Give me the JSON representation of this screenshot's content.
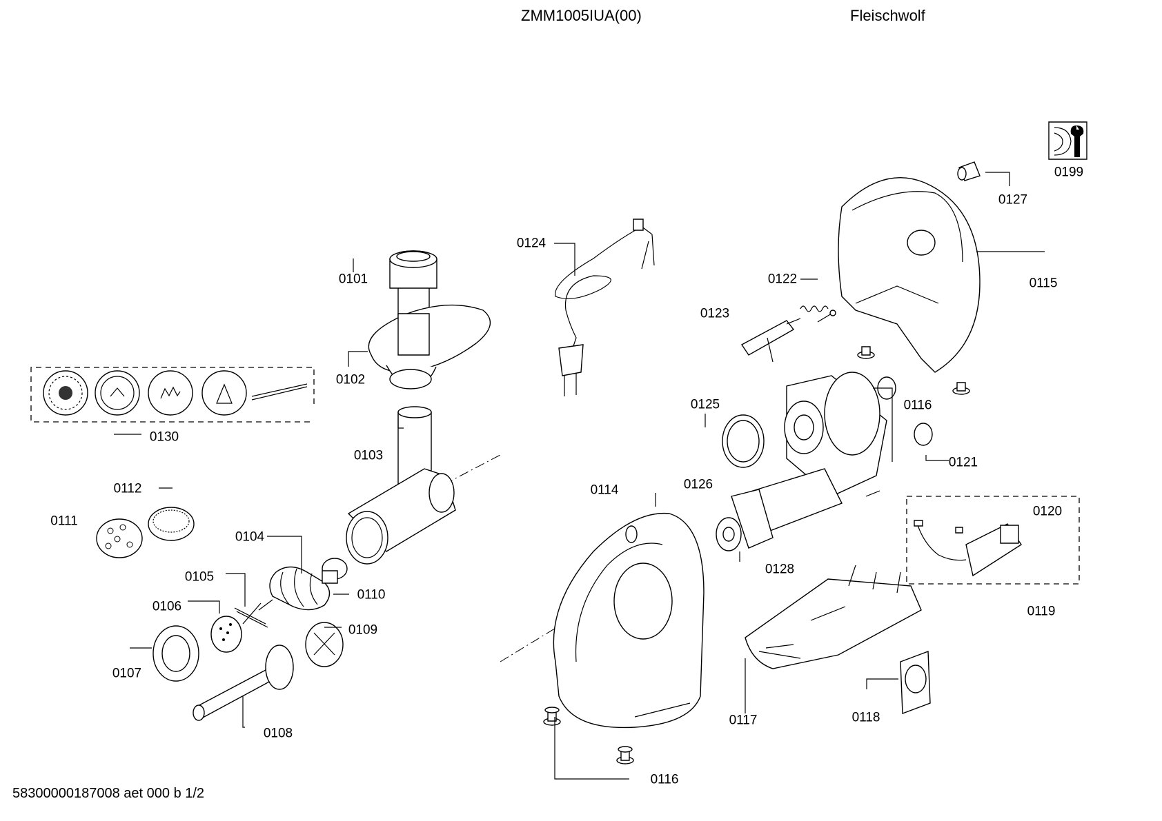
{
  "header": {
    "model": "ZMM1005IUA(00)",
    "title": "Fleischwolf"
  },
  "footer": {
    "doc_code": "58300000187008 aet 000 b 1/2"
  },
  "service_icon": "wrench-service-icon",
  "parts": [
    {
      "id": "p0101",
      "label": "0101"
    },
    {
      "id": "p0102",
      "label": "0102"
    },
    {
      "id": "p0103",
      "label": "0103"
    },
    {
      "id": "p0104",
      "label": "0104"
    },
    {
      "id": "p0105",
      "label": "0105"
    },
    {
      "id": "p0106",
      "label": "0106"
    },
    {
      "id": "p0107",
      "label": "0107"
    },
    {
      "id": "p0108",
      "label": "0108"
    },
    {
      "id": "p0109",
      "label": "0109"
    },
    {
      "id": "p0110",
      "label": "0110"
    },
    {
      "id": "p0111",
      "label": "0111"
    },
    {
      "id": "p0112",
      "label": "0112"
    },
    {
      "id": "p0114",
      "label": "0114"
    },
    {
      "id": "p0115",
      "label": "0115"
    },
    {
      "id": "p0116a",
      "label": "0116"
    },
    {
      "id": "p0116b",
      "label": "0116"
    },
    {
      "id": "p0117",
      "label": "0117"
    },
    {
      "id": "p0118",
      "label": "0118"
    },
    {
      "id": "p0119",
      "label": "0119"
    },
    {
      "id": "p0120",
      "label": "0120"
    },
    {
      "id": "p0121",
      "label": "0121"
    },
    {
      "id": "p0122",
      "label": "0122"
    },
    {
      "id": "p0123",
      "label": "0123"
    },
    {
      "id": "p0124",
      "label": "0124"
    },
    {
      "id": "p0125",
      "label": "0125"
    },
    {
      "id": "p0126",
      "label": "0126"
    },
    {
      "id": "p0127",
      "label": "0127"
    },
    {
      "id": "p0128",
      "label": "0128"
    },
    {
      "id": "p0130",
      "label": "0130"
    },
    {
      "id": "p0199",
      "label": "0199"
    }
  ]
}
